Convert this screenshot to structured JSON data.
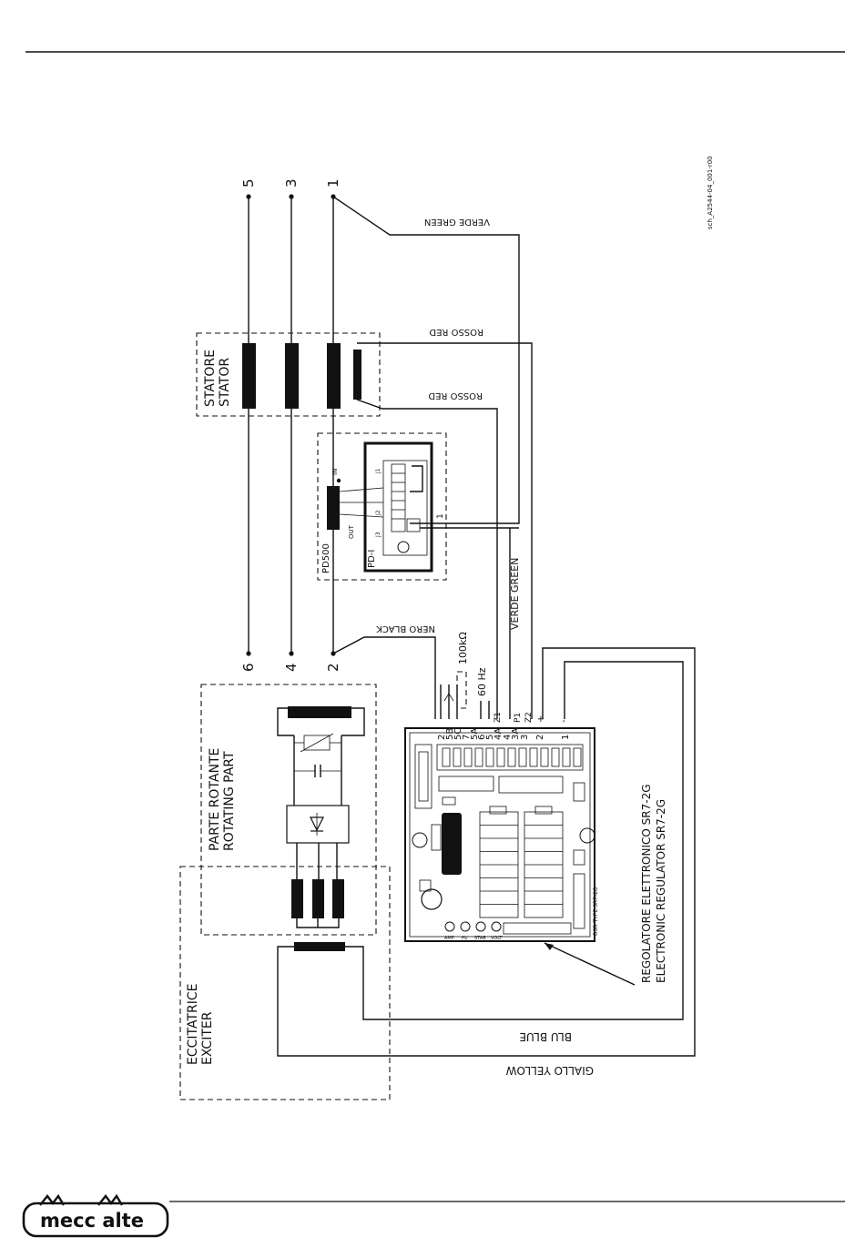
{
  "doc_code": "sch_A2544-04_001-r00",
  "stator": {
    "line1": "STATORE",
    "line2": "STATOR"
  },
  "rotating": {
    "line1": "PARTE ROTANTE",
    "line2": "ROTATING PART"
  },
  "exciter": {
    "line1": "ECCITATRICE",
    "line2": "EXCITER"
  },
  "regulator": {
    "line1": "REGOLATORE ELETTRONICO SR7-2G",
    "line2": "ELECTRONIC REGULATOR SR7-2G"
  },
  "wires": {
    "verde_top": "VERDE GREEN",
    "rosso_top": "ROSSO RED",
    "rosso_mid": "ROSSO RED",
    "verde_side": "VERDE GREEN",
    "nero": "NERO BLACK",
    "blu": "BLU BLUE",
    "giallo": "GIALLO YELLOW"
  },
  "terminals": {
    "t5": "5",
    "t3": "3",
    "t1": "1",
    "t6": "6",
    "t4": "4",
    "t2": "2"
  },
  "pd": {
    "pd500": "PD500",
    "pdi": "PD-I",
    "out": "OUT",
    "in": "IN",
    "j1": "J1",
    "j2": "J2",
    "j3": "J3",
    "pin1": "1"
  },
  "options": {
    "resistor": "100kΩ",
    "freq": "60 Hz"
  },
  "regulator_terminals": [
    "2",
    "5B",
    "5C",
    "7",
    "5A",
    "6",
    "5",
    "4A",
    "4",
    "3A",
    "3",
    "2",
    "1"
  ],
  "regulator_terminal_tags": {
    "z1": "Z1",
    "p1": "P1",
    "z2": "Z2",
    "plus": "+",
    "minus": "-"
  },
  "board_labels": {
    "amp": "AMP",
    "hz": "Hz",
    "stab": "STAB",
    "volt": "VOLT",
    "type": "DSR TYPE SR7-2G"
  },
  "brand": {
    "logo": "mecc alte"
  }
}
